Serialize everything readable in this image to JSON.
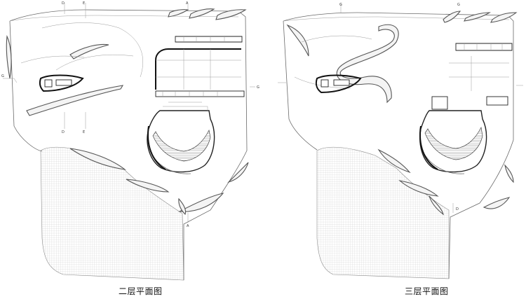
{
  "plans": [
    {
      "caption": "二层平面图",
      "markers": [
        "D",
        "E",
        "A",
        "G",
        "G",
        "D",
        "E",
        "A"
      ]
    },
    {
      "caption": "三层平面图",
      "markers": [
        "G",
        "G",
        "D"
      ]
    }
  ]
}
